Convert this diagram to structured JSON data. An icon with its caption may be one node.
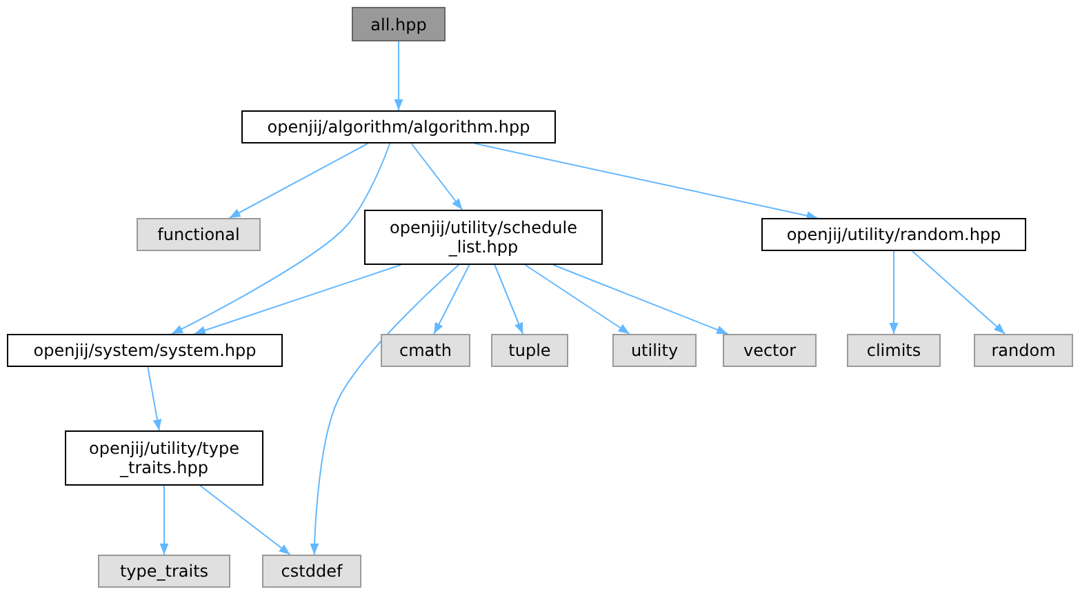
{
  "diagram": {
    "nodes": [
      {
        "text": [
          "all.hpp"
        ]
      },
      {
        "text": [
          "openjij/algorithm/algorithm.hpp"
        ]
      },
      {
        "text": [
          "functional"
        ]
      },
      {
        "text": [
          "openjij/utility/schedule _list.hpp"
        ]
      },
      {
        "text": [
          "openjij/utility/random.hpp"
        ]
      },
      {
        "text": [
          "openjij/system/system.hpp"
        ]
      },
      {
        "text": [
          "cmath"
        ]
      },
      {
        "text": [
          "tuple"
        ]
      },
      {
        "text": [
          "utility"
        ]
      },
      {
        "text": [
          "vector"
        ]
      },
      {
        "text": [
          "climits"
        ]
      },
      {
        "text": [
          "random"
        ]
      },
      {
        "text": [
          "openjij/utility/type _traits.hpp"
        ]
      },
      {
        "text": [
          "type_traits"
        ]
      },
      {
        "text": [
          "cstddef"
        ]
      }
    ],
    "edges": [
      {
        "from": 0,
        "to": 1,
        "arrow": "to"
      },
      {
        "from": 1,
        "to": 2,
        "arrow": "to"
      },
      {
        "from": 1,
        "to": 5,
        "arrow": "to"
      },
      {
        "from": 1,
        "to": 3,
        "arrow": "to"
      },
      {
        "from": 1,
        "to": 4,
        "arrow": "to"
      },
      {
        "from": 3,
        "to": 5,
        "arrow": "to"
      },
      {
        "from": 3,
        "to": 14,
        "arrow": "to"
      },
      {
        "from": 3,
        "to": 6,
        "arrow": "to"
      },
      {
        "from": 3,
        "to": 7,
        "arrow": "to"
      },
      {
        "from": 3,
        "to": 8,
        "arrow": "to"
      },
      {
        "from": 3,
        "to": 9,
        "arrow": "to"
      },
      {
        "from": 4,
        "to": 10,
        "arrow": "to"
      },
      {
        "from": 4,
        "to": 11,
        "arrow": "to"
      },
      {
        "from": 5,
        "to": 12,
        "arrow": "to"
      },
      {
        "from": 12,
        "to": 13,
        "arrow": "to"
      },
      {
        "from": 12,
        "to": 14,
        "arrow": "to"
      }
    ]
  }
}
